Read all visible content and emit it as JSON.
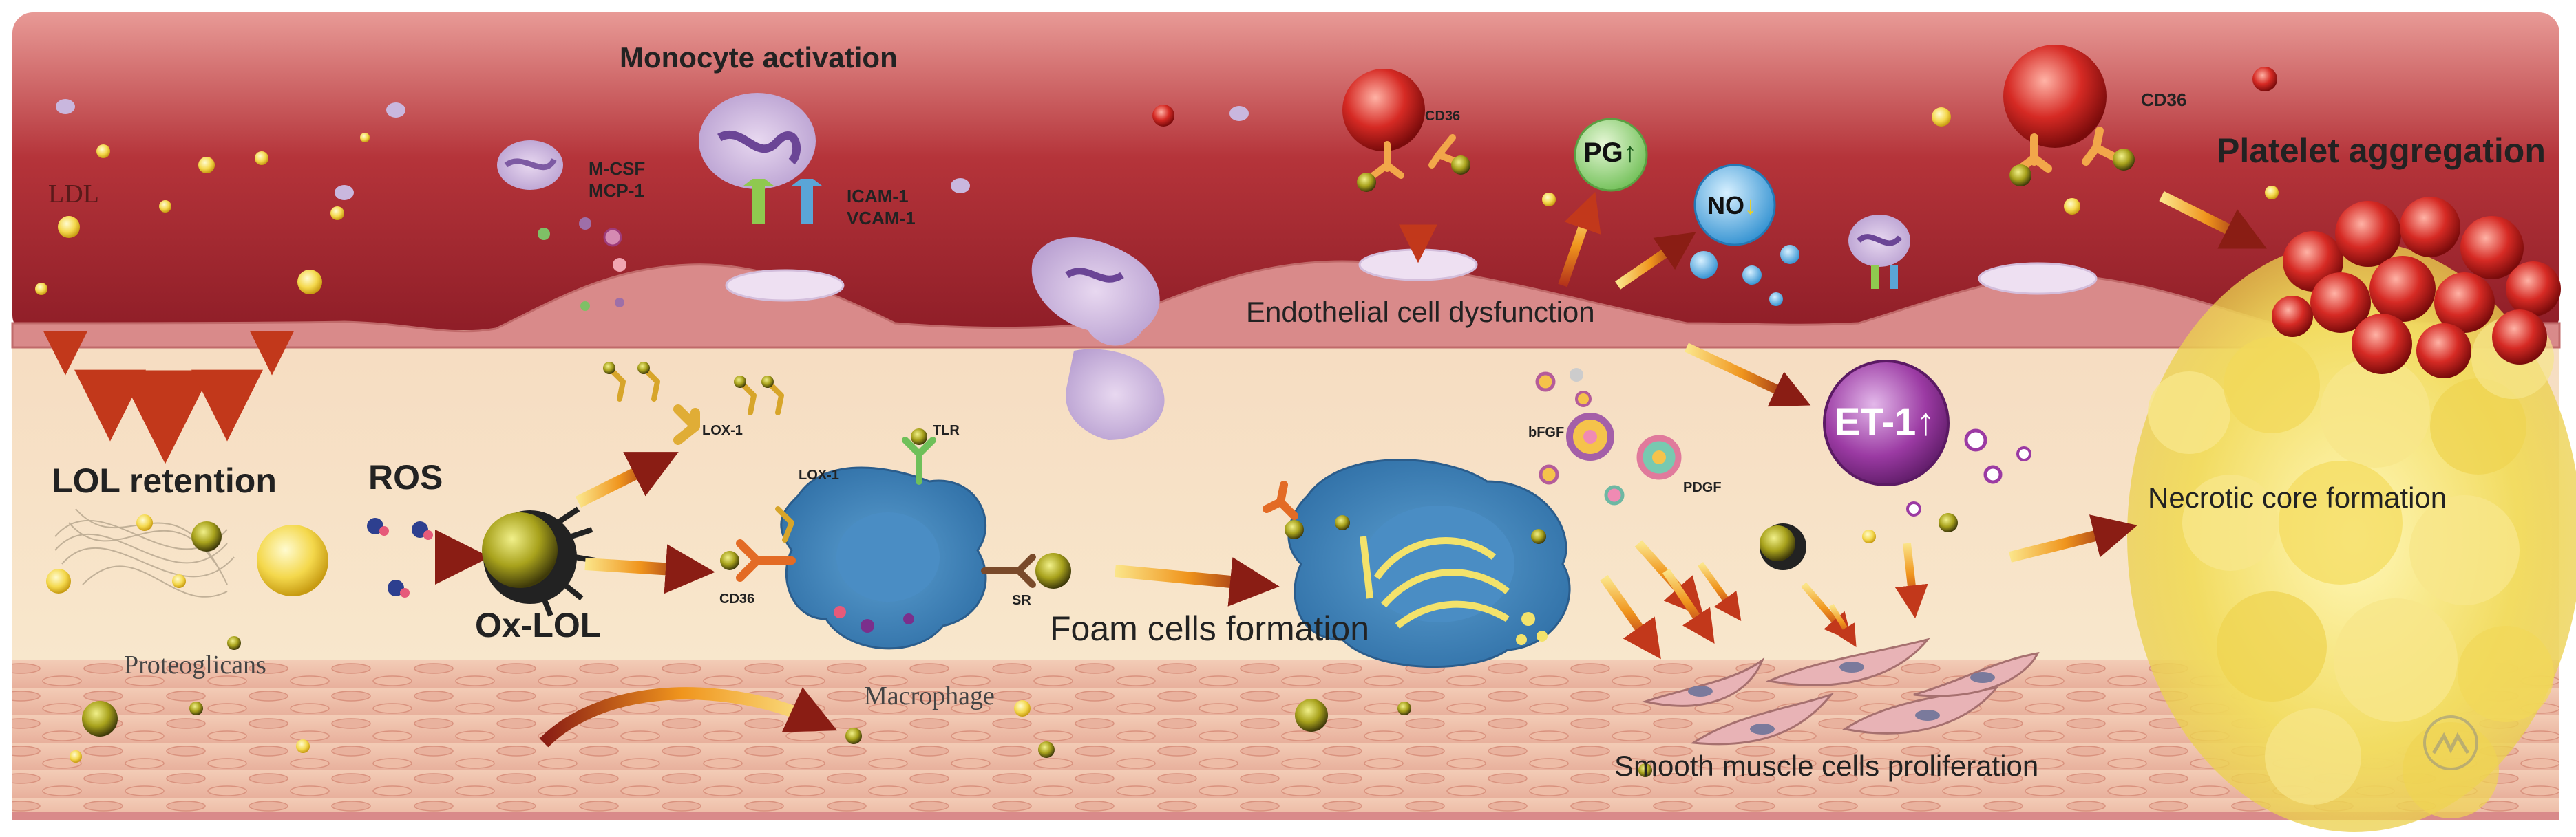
{
  "labels": {
    "monocyte_activation": "Monocyte activation",
    "ldl": "LDL",
    "m_csf": "M-CSF",
    "mcp_1": "MCP-1",
    "icam_1": "ICAM-1",
    "vcam_1": "VCAM-1",
    "cd36_top1": "CD36",
    "cd36_top2": "CD36",
    "pg": "PG",
    "no": "NO",
    "platelet_aggregation": "Platelet aggregation",
    "endothelial_dysfunction": "Endothelial cell dysfunction",
    "lox1_upper": "LOX-1",
    "lox1_macro": "LOX-1",
    "tlr": "TLR",
    "et1": "ET-1",
    "bfgf": "bFGF",
    "pdgf": "PDGF",
    "lol_retention": "LOL retention",
    "ros": "ROS",
    "ox_lol": "Ox-LOL",
    "cd36_macro": "CD36",
    "sr": "SR",
    "foam_cells": "Foam cells formation",
    "necrotic_core": "Necrotic core formation",
    "proteoglicans": "Proteoglicans",
    "macrophage": "Macrophage",
    "smc_proliferation": "Smooth muscle cells proliferation"
  },
  "indicators": {
    "pg_arrow": "↑",
    "no_arrow": "↓",
    "et1_arrow": "↑"
  },
  "colors": {
    "lumen": "#b5343a",
    "endothelium": "#d98a8a",
    "intima": "#f7e4c4",
    "media": "#f0c4ae",
    "pg_circle": "#9cd38a",
    "no_circle": "#63b6e6",
    "et1_circle": "#8a2d8c",
    "arrow": "#e0921b",
    "necrotic": "#f3df6a"
  }
}
